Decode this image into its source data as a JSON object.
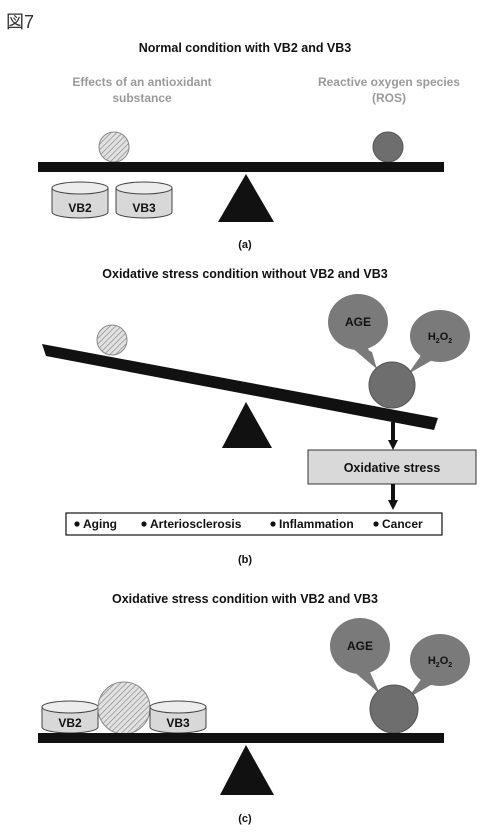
{
  "figure_label": "図7",
  "panel_a": {
    "title": "Normal condition with VB2 and VB3",
    "left_label_line1": "Effects of an antioxidant",
    "left_label_line2": "substance",
    "right_label_line1": "Reactive oxygen species",
    "right_label_line2": "(ROS)",
    "can_1": "VB2",
    "can_2": "VB3",
    "caption": "(a)"
  },
  "panel_b": {
    "title": "Oxidative stress condition without VB2 and VB3",
    "bubble_1": "AGE",
    "bubble_2_main": "H",
    "bubble_2_sub_1": "2",
    "bubble_2_mid": "O",
    "bubble_2_sub_2": "2",
    "stress_box": "Oxidative stress",
    "diseases": [
      "Aging",
      "Arteriosclerosis",
      "Inflammation",
      "Cancer"
    ],
    "caption": "(b)"
  },
  "panel_c": {
    "title": "Oxidative stress condition with VB2 and VB3",
    "bubble_1": "AGE",
    "bubble_2_main": "H",
    "bubble_2_sub_1": "2",
    "bubble_2_mid": "O",
    "bubble_2_sub_2": "2",
    "can_1": "VB2",
    "can_2": "VB3",
    "caption": "(c)"
  },
  "colors": {
    "beam": "#111111",
    "ros_ball": "#6e6e6e",
    "speech_bubble": "#7a7a7a",
    "gray_label": "#9a9a9a",
    "can_fill": "#d8d8d8",
    "stress_box_fill": "#d9d9d9",
    "hatch_ball": "#cfcfcf"
  }
}
